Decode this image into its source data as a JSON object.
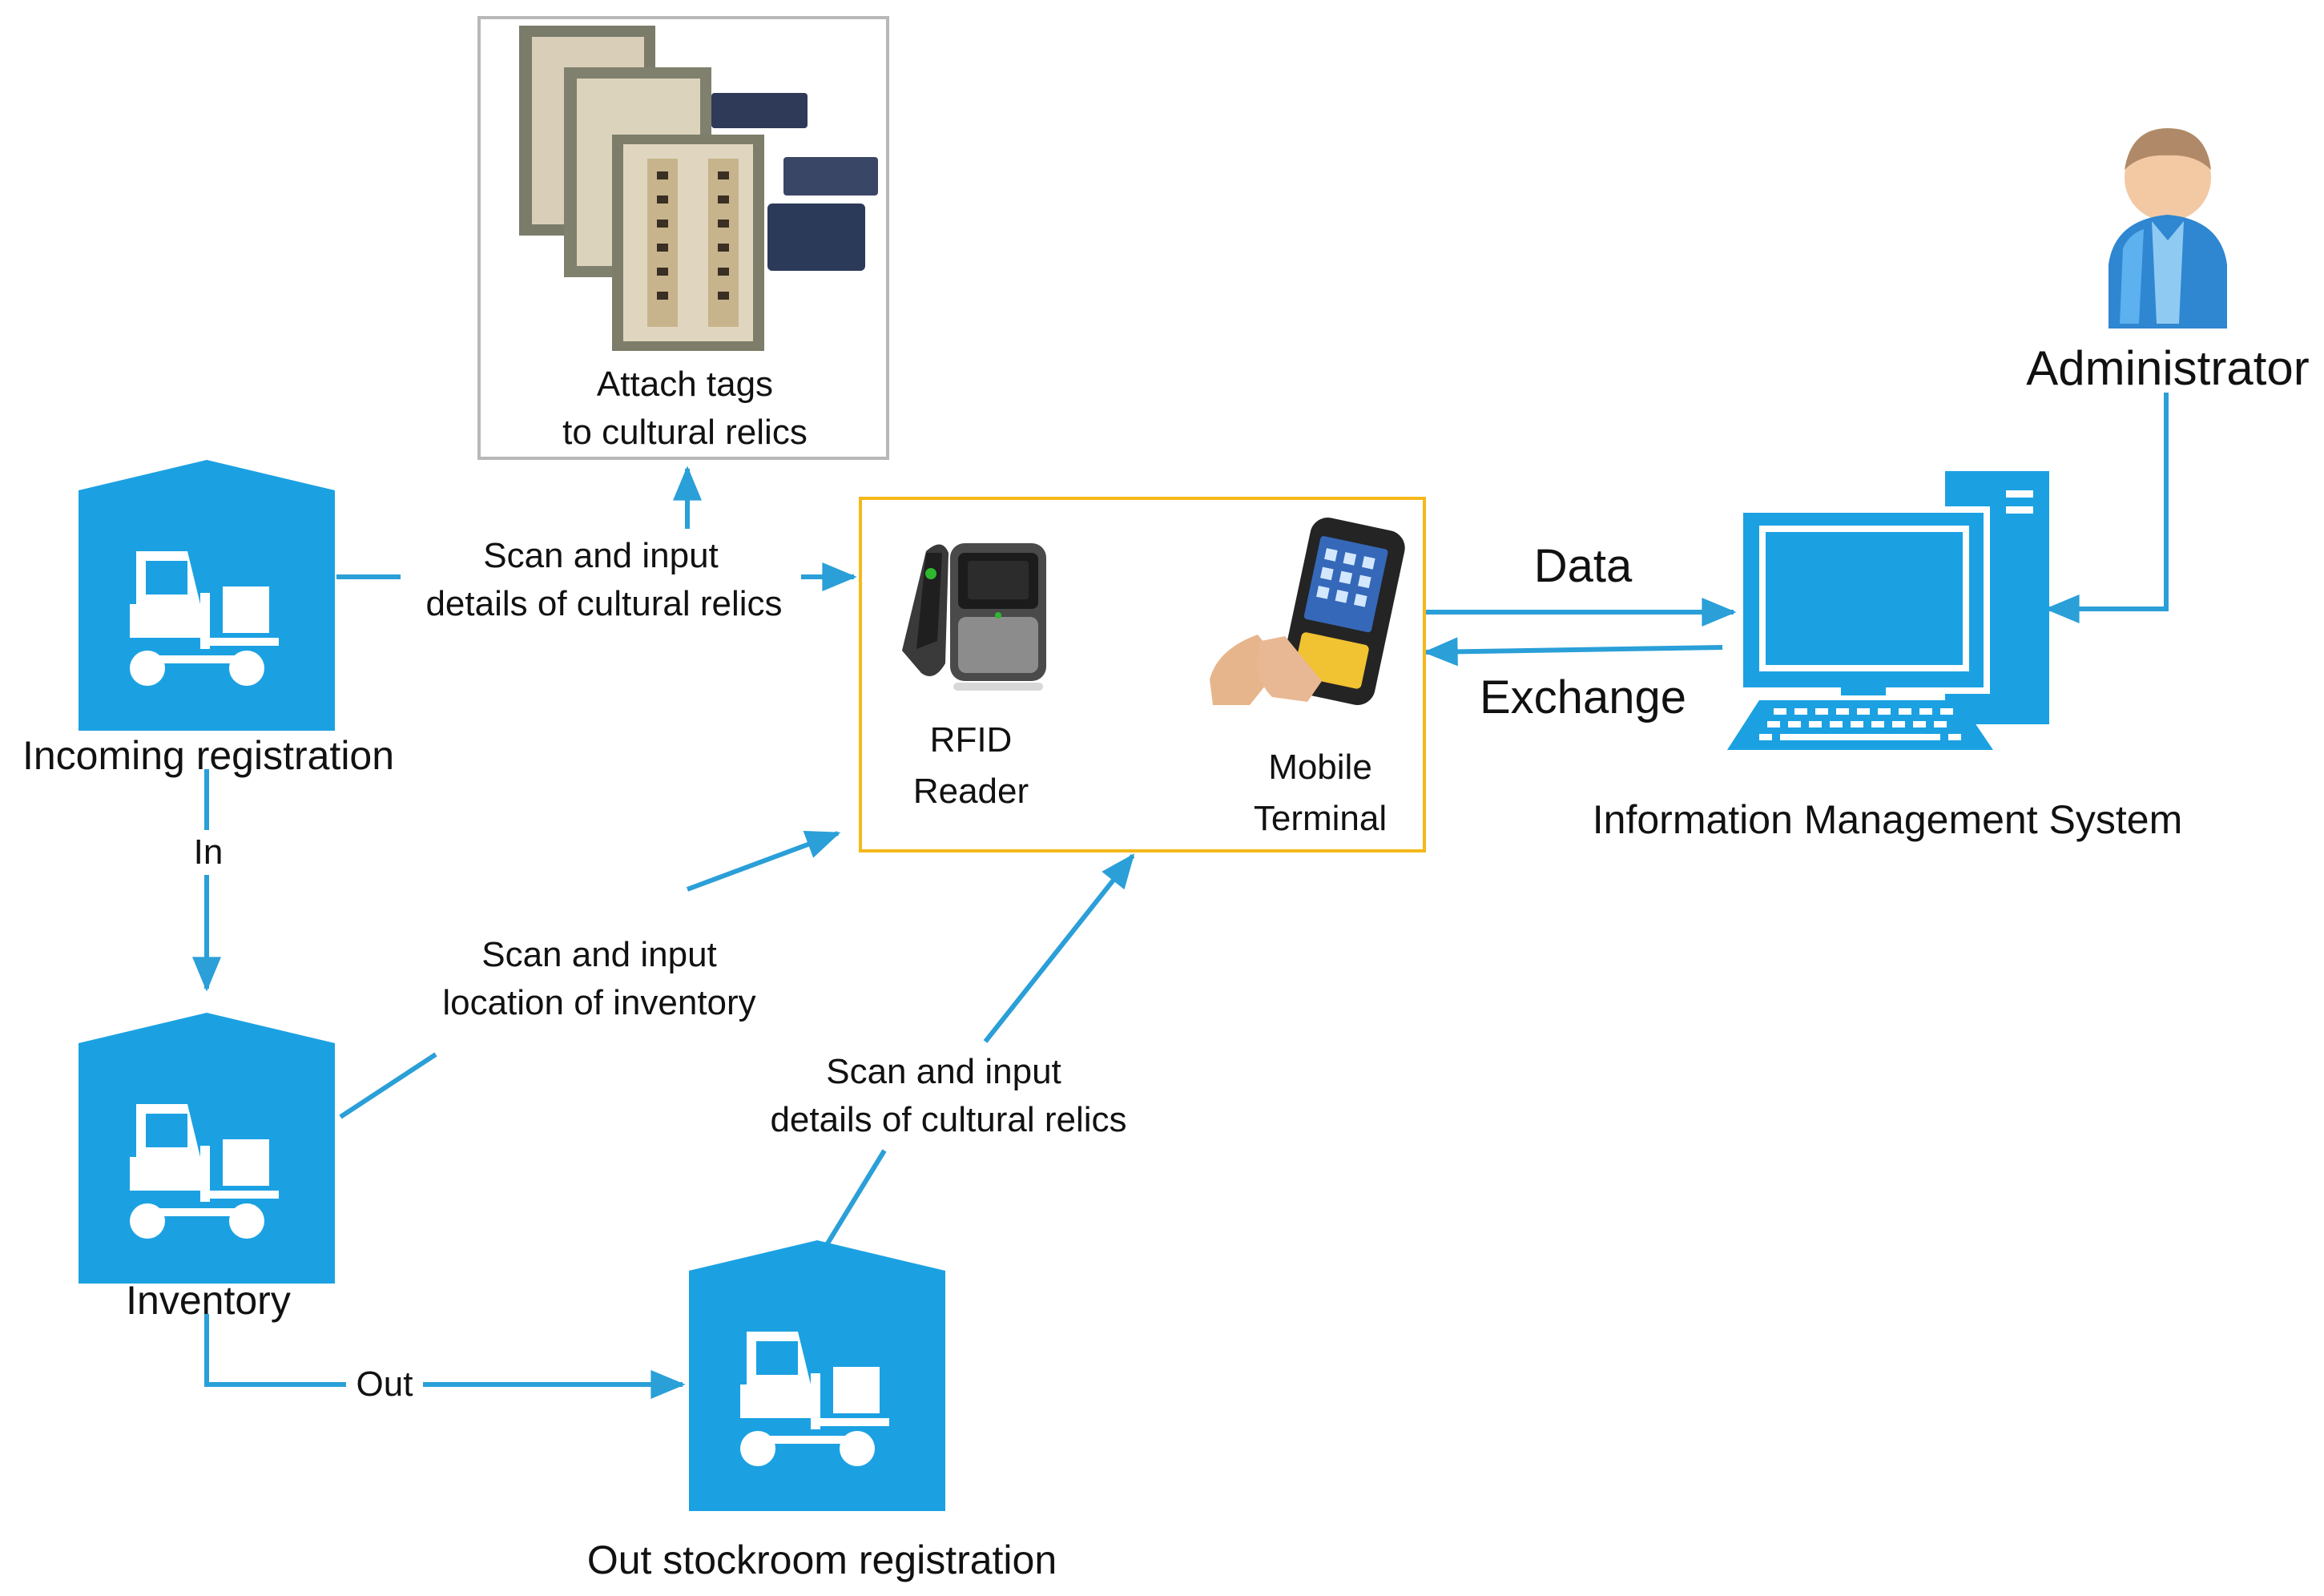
{
  "colors": {
    "accent_blue": "#1ba1e2",
    "arrow_blue": "#2a9fd8",
    "device_box_border": "#f5b81b",
    "photo_box_border": "#b8b8b8"
  },
  "icons": {
    "warehouse": "forklift-warehouse-icon",
    "rfid_reader": "rfid-reader-icon",
    "mobile_terminal": "mobile-terminal-icon",
    "computer": "desktop-computer-icon",
    "administrator": "administrator-person-icon",
    "photo": "tagged-cultural-relics-photo"
  },
  "nodes": {
    "incoming": {
      "label": "Incoming registration"
    },
    "inventory": {
      "label": "Inventory"
    },
    "outgoing": {
      "label": "Out stockroom registration"
    },
    "attach": {
      "line1": "Attach tags",
      "line2": "to cultural relics"
    },
    "rfid_reader": {
      "line1": "RFID",
      "line2": "Reader"
    },
    "mobile_terminal": {
      "line1": "Mobile",
      "line2": "Terminal"
    },
    "ims": {
      "label": "Information Management System"
    },
    "admin": {
      "label": "Administrator"
    }
  },
  "edges": {
    "incoming_to_device": {
      "line1": "Scan and input",
      "line2": "details of cultural relics"
    },
    "inventory_to_device": {
      "line1": "Scan and input",
      "line2": "location of inventory"
    },
    "outgoing_to_device": {
      "line1": "Scan and input",
      "line2": "details of cultural relics"
    },
    "incoming_to_inventory": {
      "label": "In"
    },
    "inventory_to_outgoing": {
      "label": "Out"
    },
    "device_ims_top": {
      "label": "Data"
    },
    "device_ims_bottom": {
      "label": "Exchange"
    }
  }
}
